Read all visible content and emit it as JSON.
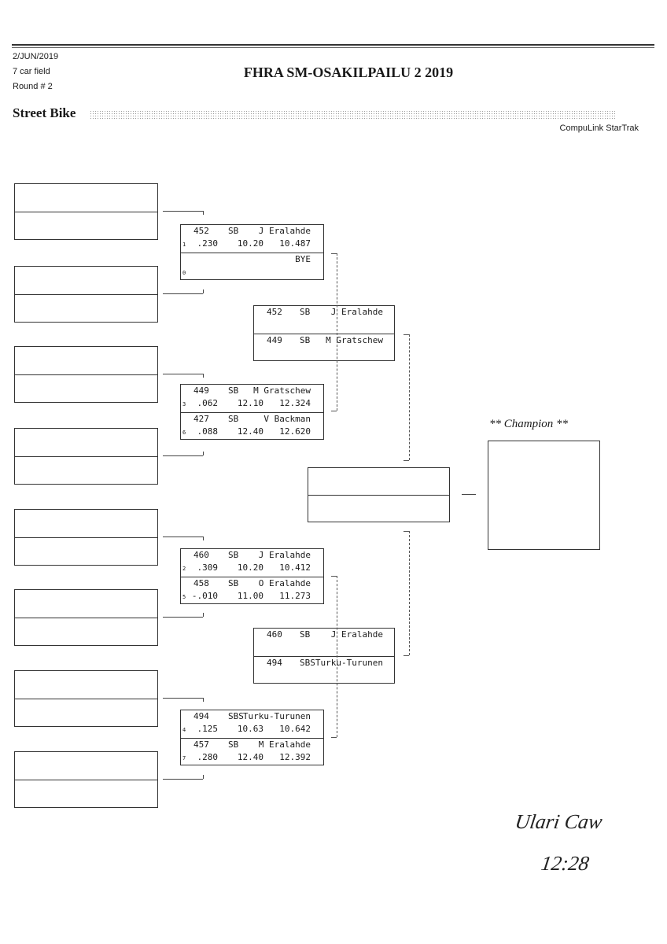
{
  "header": {
    "date": "2/JUN/2019",
    "field": "7 car field",
    "round": "Round # 2",
    "title": "FHRA SM-OSAKILPAILU 2 2019",
    "class_name": "Street Bike",
    "software": "CompuLink StarTrak"
  },
  "round1": [
    {
      "top": {
        "num": "452",
        "cls": "SB",
        "name": "J Eralahde",
        "lane": "1",
        "rt": ".230",
        "dial": "10.20",
        "et": "10.487"
      },
      "bottom": {
        "num": "",
        "cls": "",
        "name": "BYE",
        "lane": "0",
        "rt": "",
        "dial": "",
        "et": ""
      }
    },
    {
      "top": {
        "num": "449",
        "cls": "SB",
        "name": "M Gratschew",
        "lane": "3",
        "rt": ".062",
        "dial": "12.10",
        "et": "12.324"
      },
      "bottom": {
        "num": "427",
        "cls": "SB",
        "name": "V Backman",
        "lane": "6",
        "rt": ".088",
        "dial": "12.40",
        "et": "12.620"
      }
    },
    {
      "top": {
        "num": "460",
        "cls": "SB",
        "name": "J Eralahde",
        "lane": "2",
        "rt": ".309",
        "dial": "10.20",
        "et": "10.412"
      },
      "bottom": {
        "num": "458",
        "cls": "SB",
        "name": "O Eralahde",
        "lane": "5",
        "rt": "-.010",
        "dial": "11.00",
        "et": "11.273"
      }
    },
    {
      "top": {
        "num": "494",
        "cls": "SBS",
        "name": "Turku-Turunen",
        "lane": "4",
        "rt": ".125",
        "dial": "10.63",
        "et": "10.642"
      },
      "bottom": {
        "num": "457",
        "cls": "SB",
        "name": "M Eralahde",
        "lane": "7",
        "rt": ".280",
        "dial": "12.40",
        "et": "12.392"
      }
    }
  ],
  "round2": [
    {
      "top": {
        "num": "452",
        "cls": "SB",
        "name": "J Eralahde"
      },
      "bottom": {
        "num": "449",
        "cls": "SB",
        "name": "M Gratschew"
      }
    },
    {
      "top": {
        "num": "460",
        "cls": "SB",
        "name": "J Eralahde"
      },
      "bottom": {
        "num": "494",
        "cls": "SBS",
        "name": "Turku-Turunen"
      }
    }
  ],
  "champion_label": "** Champion **",
  "handwritten": {
    "signature": "Ulari Caw",
    "time": "12:28"
  }
}
